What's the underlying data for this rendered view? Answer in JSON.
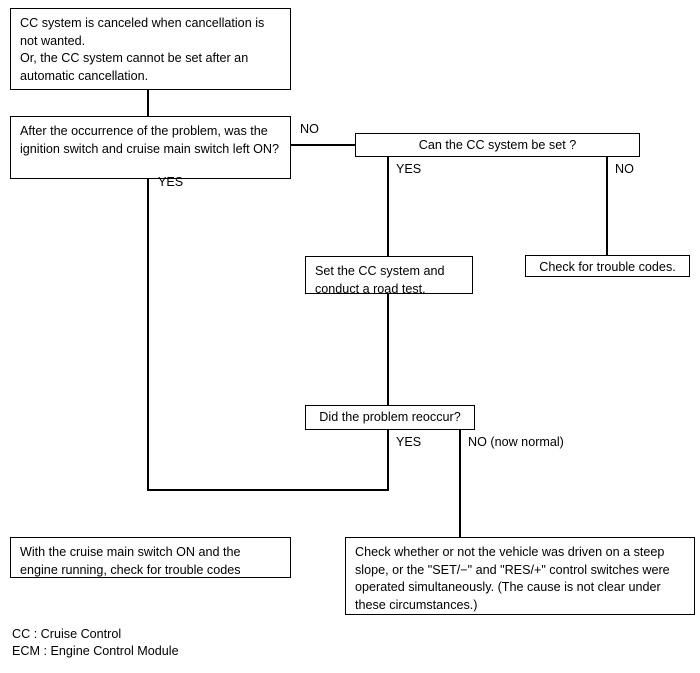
{
  "diagram": {
    "title": "Cruise Control troubleshooting flowchart",
    "ink_color": "#000000",
    "background_color": "#ffffff"
  },
  "boxes": {
    "symptom": {
      "text": "CC system is canceled when cancellation is not wanted.\nOr, the CC system cannot be set after an automatic cancellation."
    },
    "question_ignition": {
      "text": "After the occurrence of the problem, was the ignition switch and cruise main switch left ON?"
    },
    "question_can_set": {
      "text": "Can the CC system be set ?"
    },
    "action_set_road_test": {
      "text": "Set the CC system and conduct a road test."
    },
    "action_check_codes": {
      "text": "Check for trouble codes."
    },
    "question_reoccur": {
      "text": "Did the problem reoccur?"
    },
    "action_cruise_on_check": {
      "text": "With the cruise main switch ON and the engine running, check for trouble codes"
    },
    "action_check_steep_slope": {
      "text": "Check whether or not the vehicle was driven on a steep slope, or the \"SET/−\" and \"RES/+\" control switches were operated simultaneously. (The cause is not clear under these circumstances.)"
    }
  },
  "branch_labels": {
    "ignition_no": "NO",
    "ignition_yes": "YES",
    "can_set_yes": "YES",
    "can_set_no": "NO",
    "reoccur_yes": "YES",
    "reoccur_no": "NO (now normal)"
  },
  "legend": {
    "text": "CC : Cruise Control\nECM : Engine Control Module"
  }
}
